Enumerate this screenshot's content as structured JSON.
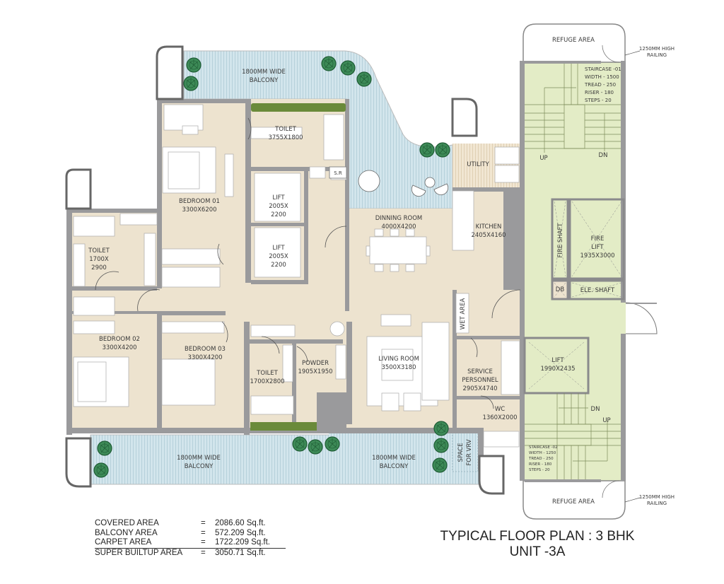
{
  "title": {
    "line1": "TYPICAL FLOOR PLAN : 3 BHK",
    "line2": "UNIT -3A"
  },
  "area_summary": [
    {
      "label": "COVERED AREA",
      "value": "2086.60 Sq.ft."
    },
    {
      "label": "BALCONY AREA",
      "value": "572.209 Sq.ft."
    },
    {
      "label": "CARPET AREA",
      "value": "1722.209 Sq.ft."
    },
    {
      "label": "SUPER BUILTUP AREA",
      "value": "3050.71 Sq.ft."
    }
  ],
  "rooms": {
    "balcony_top": {
      "line1": "1800MM WIDE",
      "line2": "BALCONY"
    },
    "balcony_bottom_left": {
      "line1": "1800MM WIDE",
      "line2": "BALCONY"
    },
    "balcony_bottom_right": {
      "line1": "1800MM WIDE",
      "line2": "BALCONY"
    },
    "toilet_master": {
      "name": "TOILET",
      "size": "3755X1800"
    },
    "sr": {
      "name": "S.R"
    },
    "bedroom_01": {
      "name": "BEDROOM 01",
      "size": "3300X6200"
    },
    "lift_1": {
      "name": "LIFT",
      "size1": "2005X",
      "size2": "2200"
    },
    "lift_2": {
      "name": "LIFT",
      "size1": "2005X",
      "size2": "2200"
    },
    "utility": {
      "name": "UTILITY"
    },
    "dining": {
      "name": "DINNING ROOM",
      "size": "4000X4200"
    },
    "kitchen": {
      "name": "KITCHEN",
      "size": "2405X4160"
    },
    "toilet_2": {
      "name": "TOILET",
      "size1": "1700X",
      "size2": "2900"
    },
    "bedroom_02": {
      "name": "BEDROOM 02",
      "size": "3300X4200"
    },
    "bedroom_03": {
      "name": "BEDROOM 03",
      "size": "3300X4200"
    },
    "toilet_3": {
      "name": "TOILET",
      "size": "1700X2800"
    },
    "powder": {
      "name": "POWDER",
      "size": "1905X1950"
    },
    "living": {
      "name": "LIVING ROOM",
      "size": "3500X3180"
    },
    "wet_area": {
      "name": "WET AREA"
    },
    "service": {
      "name1": "SERVICE",
      "name2": "PERSONNEL",
      "size": "2905X4740"
    },
    "wc": {
      "name": "WC",
      "size": "1360X2000"
    },
    "vrv": {
      "line1": "SPACE",
      "line2": "FOR VRV"
    }
  },
  "core": {
    "refuge_top": "REFUGE AREA",
    "refuge_bottom": "REFUGE AREA",
    "railing_top": {
      "line1": "1250MM HIGH",
      "line2": "RAILING"
    },
    "railing_bottom": {
      "line1": "1250MM HIGH",
      "line2": "RAILING"
    },
    "staircase_01": [
      "STAIRCASE -01",
      "WIDTH - 1500",
      "TREAD - 250",
      "RISER - 180",
      "STEPS - 20"
    ],
    "staircase_02": [
      "STAIRCASE -02",
      "WIDTH - 1250",
      "TREAD - 250",
      "RISER - 180",
      "STEPS - 20"
    ],
    "stair1_up": "UP",
    "stair1_dn": "DN",
    "stair2_up": "UP",
    "stair2_dn": "DN",
    "fire_shaft": "FIRE SHAFT",
    "fire_lift": {
      "name1": "FIRE",
      "name2": "LIFT",
      "size": "1935X3000"
    },
    "db": "DB",
    "ele_shaft": "ELE. SHAFT",
    "lift": {
      "name": "LIFT",
      "size": "1990X2435"
    }
  },
  "colors": {
    "floor": "#ede3cf",
    "balcony": "#cfe3ea",
    "core": "#e3ecc6",
    "wall": "#9a9a9c",
    "planter": "#6a8a3a",
    "tree": "#2f7a4a"
  }
}
